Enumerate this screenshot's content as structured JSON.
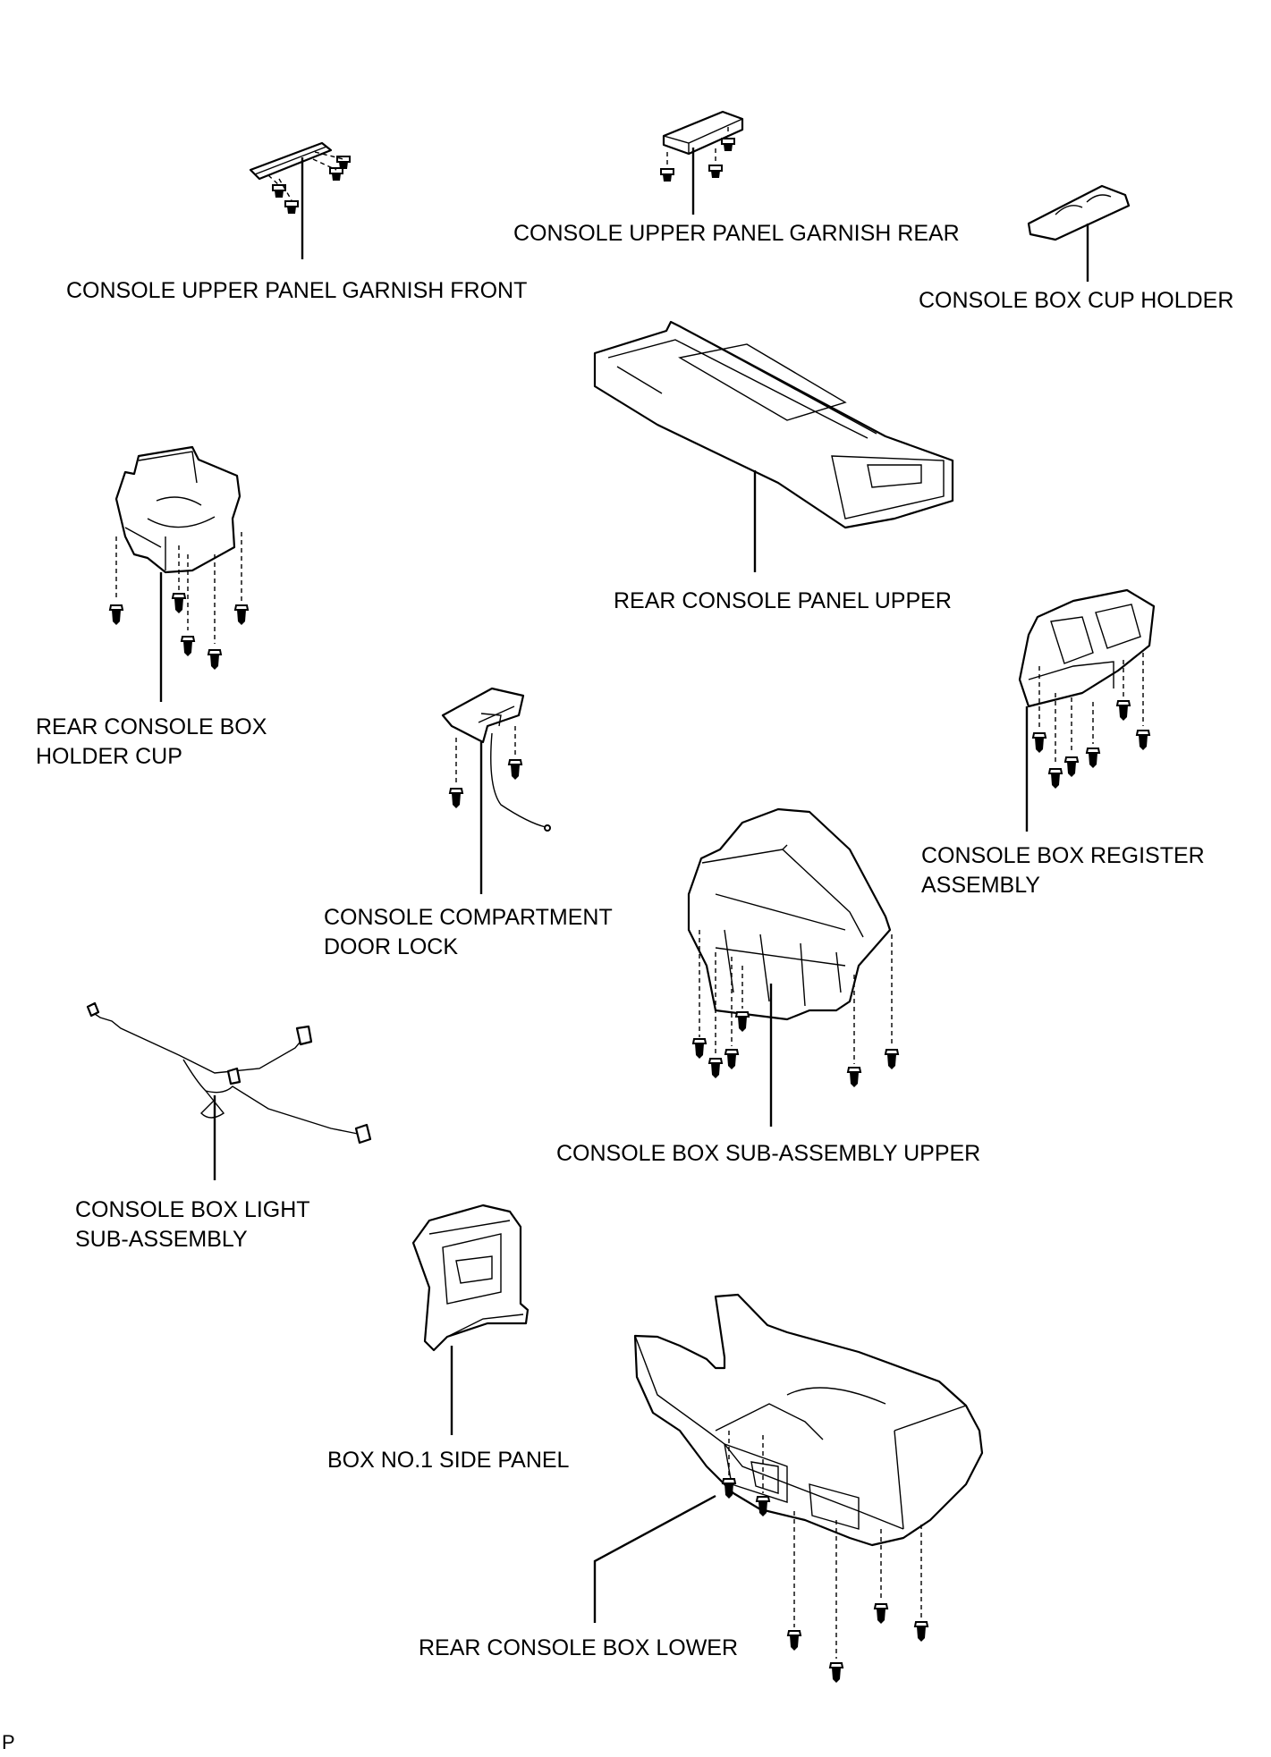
{
  "labels": {
    "garnish_front": "CONSOLE UPPER PANEL GARNISH FRONT",
    "garnish_rear": "CONSOLE UPPER PANEL GARNISH REAR",
    "cup_holder": "CONSOLE BOX CUP HOLDER",
    "panel_upper": "REAR CONSOLE PANEL UPPER",
    "holder_cup": [
      "REAR CONSOLE BOX",
      "HOLDER CUP"
    ],
    "door_lock": [
      "CONSOLE COMPARTMENT",
      "DOOR LOCK"
    ],
    "register": [
      "CONSOLE BOX REGISTER",
      "ASSEMBLY"
    ],
    "sub_assembly_upper": "CONSOLE BOX SUB-ASSEMBLY UPPER",
    "light": [
      "CONSOLE BOX LIGHT",
      "SUB-ASSEMBLY"
    ],
    "side_panel": "BOX NO.1 SIDE PANEL",
    "box_lower": "REAR CONSOLE BOX LOWER"
  },
  "corner_mark": "P"
}
